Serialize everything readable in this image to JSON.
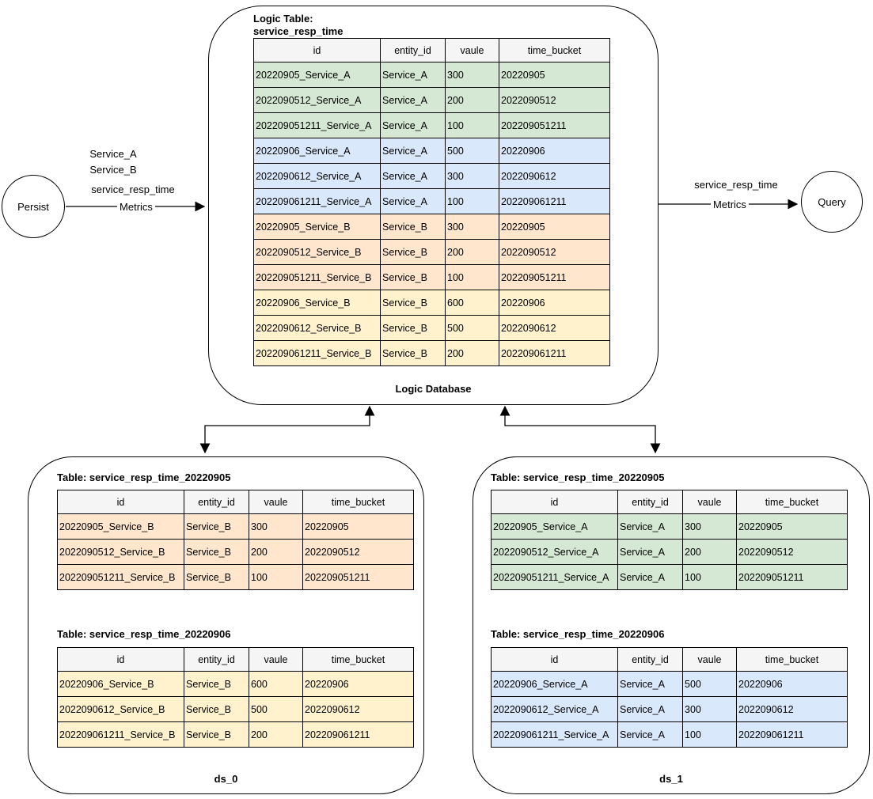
{
  "palette": {
    "green": "#d5e8d4",
    "blue": "#dae8fc",
    "orange": "#ffe6cc",
    "yellow": "#fff2cc",
    "header_bg": "#f5f5f5",
    "stroke": "#000000"
  },
  "nodes": {
    "persist": "Persist",
    "query": "Query"
  },
  "left_edge": {
    "line1": "Service_A",
    "line2": "Service_B",
    "metric": "service_resp_time",
    "label": "Metrics"
  },
  "right_edge": {
    "metric": "service_resp_time",
    "label": "Metrics"
  },
  "logic_db": {
    "title1": "Logic Table:",
    "title2": "service_resp_time",
    "footer": "Logic Database",
    "table": {
      "columns": [
        "id",
        "entity_id",
        "vaule",
        "time_bucket"
      ],
      "rows": [
        {
          "color": "green",
          "cells": [
            "20220905_Service_A",
            "Service_A",
            "300",
            "20220905"
          ]
        },
        {
          "color": "green",
          "cells": [
            "2022090512_Service_A",
            "Service_A",
            "200",
            "2022090512"
          ]
        },
        {
          "color": "green",
          "cells": [
            "202209051211_Service_A",
            "Service_A",
            "100",
            "202209051211"
          ]
        },
        {
          "color": "blue",
          "cells": [
            "20220906_Service_A",
            "Service_A",
            "500",
            "20220906"
          ]
        },
        {
          "color": "blue",
          "cells": [
            "2022090612_Service_A",
            "Service_A",
            "300",
            "2022090612"
          ]
        },
        {
          "color": "blue",
          "cells": [
            "202209061211_Service_A",
            "Service_A",
            "100",
            "202209061211"
          ]
        },
        {
          "color": "orange",
          "cells": [
            "20220905_Service_B",
            "Service_B",
            "300",
            "20220905"
          ]
        },
        {
          "color": "orange",
          "cells": [
            "2022090512_Service_B",
            "Service_B",
            "200",
            "2022090512"
          ]
        },
        {
          "color": "orange",
          "cells": [
            "202209051211_Service_B",
            "Service_B",
            "100",
            "202209051211"
          ]
        },
        {
          "color": "yellow",
          "cells": [
            "20220906_Service_B",
            "Service_B",
            "600",
            "20220906"
          ]
        },
        {
          "color": "yellow",
          "cells": [
            "2022090612_Service_B",
            "Service_B",
            "500",
            "2022090612"
          ]
        },
        {
          "color": "yellow",
          "cells": [
            "202209061211_Service_B",
            "Service_B",
            "200",
            "202209061211"
          ]
        }
      ]
    }
  },
  "ds0": {
    "footer": "ds_0",
    "table1": {
      "title": "Table: service_resp_time_20220905",
      "columns": [
        "id",
        "entity_id",
        "vaule",
        "time_bucket"
      ],
      "rows": [
        {
          "color": "orange",
          "cells": [
            "20220905_Service_B",
            "Service_B",
            "300",
            "20220905"
          ]
        },
        {
          "color": "orange",
          "cells": [
            "2022090512_Service_B",
            "Service_B",
            "200",
            "2022090512"
          ]
        },
        {
          "color": "orange",
          "cells": [
            "202209051211_Service_B",
            "Service_B",
            "100",
            "202209051211"
          ]
        }
      ]
    },
    "table2": {
      "title": "Table: service_resp_time_20220906",
      "columns": [
        "id",
        "entity_id",
        "vaule",
        "time_bucket"
      ],
      "rows": [
        {
          "color": "yellow",
          "cells": [
            "20220906_Service_B",
            "Service_B",
            "600",
            "20220906"
          ]
        },
        {
          "color": "yellow",
          "cells": [
            "2022090612_Service_B",
            "Service_B",
            "500",
            "2022090612"
          ]
        },
        {
          "color": "yellow",
          "cells": [
            "202209061211_Service_B",
            "Service_B",
            "200",
            "202209061211"
          ]
        }
      ]
    }
  },
  "ds1": {
    "footer": "ds_1",
    "table1": {
      "title": "Table: service_resp_time_20220905",
      "columns": [
        "id",
        "entity_id",
        "vaule",
        "time_bucket"
      ],
      "rows": [
        {
          "color": "green",
          "cells": [
            "20220905_Service_A",
            "Service_A",
            "300",
            "20220905"
          ]
        },
        {
          "color": "green",
          "cells": [
            "2022090512_Service_A",
            "Service_A",
            "200",
            "2022090512"
          ]
        },
        {
          "color": "green",
          "cells": [
            "202209051211_Service_A",
            "Service_A",
            "100",
            "202209051211"
          ]
        }
      ]
    },
    "table2": {
      "title": "Table: service_resp_time_20220906",
      "columns": [
        "id",
        "entity_id",
        "vaule",
        "time_bucket"
      ],
      "rows": [
        {
          "color": "blue",
          "cells": [
            "20220906_Service_A",
            "Service_A",
            "500",
            "20220906"
          ]
        },
        {
          "color": "blue",
          "cells": [
            "2022090612_Service_A",
            "Service_A",
            "300",
            "2022090612"
          ]
        },
        {
          "color": "blue",
          "cells": [
            "202209061211_Service_A",
            "Service_A",
            "100",
            "202209061211"
          ]
        }
      ]
    }
  }
}
